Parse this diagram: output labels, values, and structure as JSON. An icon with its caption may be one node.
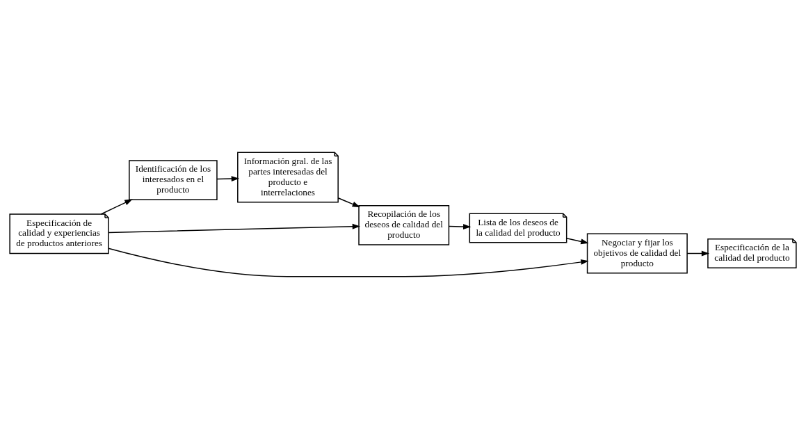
{
  "diagram": {
    "nodes": [
      {
        "text": [
          "Especificación de calidad y experiencias de productos anteriores"
        ]
      },
      {
        "text": [
          "Identificación de los interesados en el producto"
        ]
      },
      {
        "text": [
          "Información gral. de las partes interesadas del producto e interrelaciones"
        ]
      },
      {
        "text": [
          "Recopilación de los deseos de calidad del producto"
        ]
      },
      {
        "text": [
          "Lista de los deseos de la calidad del producto"
        ]
      },
      {
        "text": [
          "Negociar y fijar los objetivos de calidad del producto"
        ]
      },
      {
        "text": [
          "Especificación de la calidad del producto"
        ]
      }
    ],
    "edges": [
      {
        "from": 0,
        "to": 1,
        "arrow": "to"
      },
      {
        "from": 1,
        "to": 2,
        "arrow": "to"
      },
      {
        "from": 2,
        "to": 3,
        "arrow": "to"
      },
      {
        "from": 0,
        "to": 3,
        "arrow": "to"
      },
      {
        "from": 3,
        "to": 4,
        "arrow": "to"
      },
      {
        "from": 4,
        "to": 5,
        "arrow": "to"
      },
      {
        "from": 5,
        "to": 6,
        "arrow": "to"
      },
      {
        "from": 0,
        "to": 5,
        "arrow": "to"
      }
    ]
  }
}
